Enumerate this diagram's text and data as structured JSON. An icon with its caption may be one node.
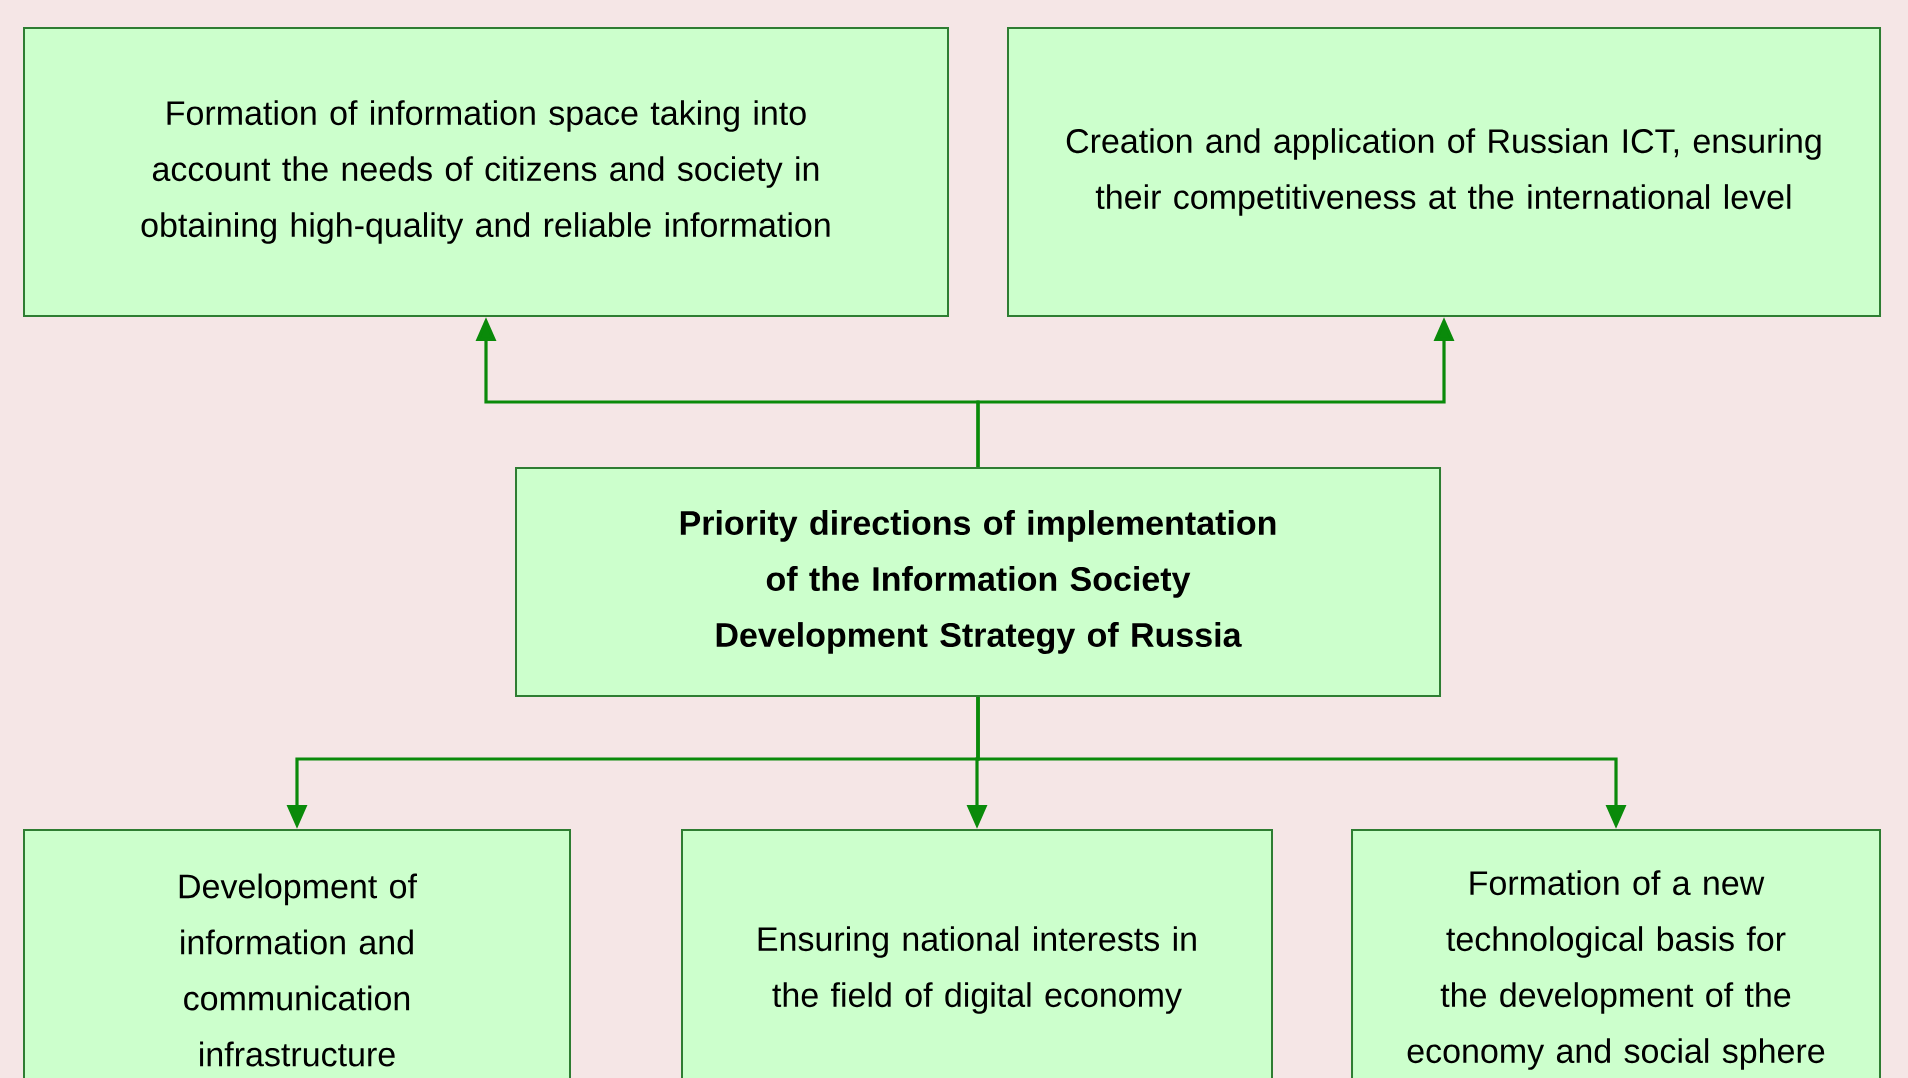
{
  "diagram": {
    "nodes": [
      {
        "text": [
          "Priority directions of implementation of the Information Society Development Strategy of Russia"
        ]
      },
      {
        "text": [
          "Formation of information space taking into account the needs of citizens and society in obtaining high-quality and reliable information"
        ]
      },
      {
        "text": [
          "Creation and application of Russian ICT, ensuring their competitiveness at the international level"
        ]
      },
      {
        "text": [
          "Development of information and communication infrastructure"
        ]
      },
      {
        "text": [
          "Ensuring national interests in the field of digital economy"
        ]
      },
      {
        "text": [
          "Formation of a new technological basis for the development of the economy and social sphere"
        ]
      }
    ],
    "edges": [
      {
        "from": 0,
        "to": 1,
        "arrow": "to"
      },
      {
        "from": 0,
        "to": 2,
        "arrow": "to"
      },
      {
        "from": 0,
        "to": 3,
        "arrow": "to"
      },
      {
        "from": 0,
        "to": 4,
        "arrow": "to"
      },
      {
        "from": 0,
        "to": 5,
        "arrow": "to"
      }
    ]
  }
}
